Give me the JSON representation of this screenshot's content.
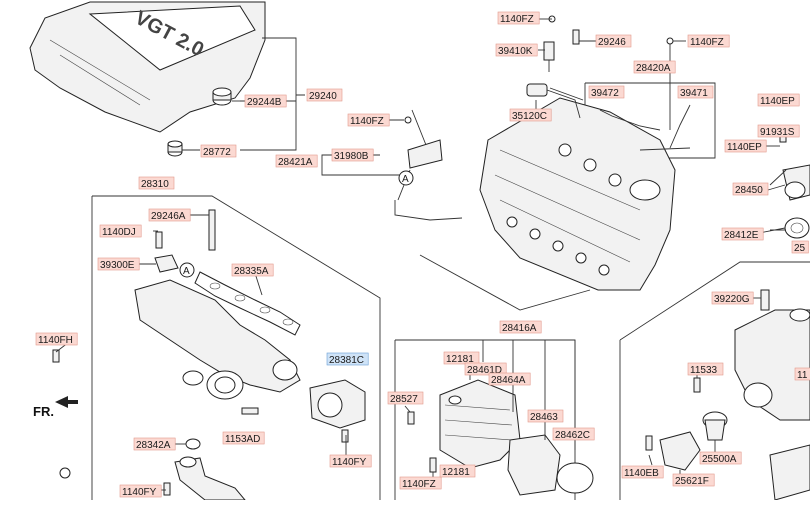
{
  "diagram": {
    "direction_label": "FR.",
    "callout_marker": "A",
    "engine_cover_text": "VGT 2.0",
    "colors": {
      "label_fill": "#fbd9d2",
      "label_border": "#e39a8c",
      "highlight_fill": "#cfe3f7",
      "highlight_border": "#6a9fd6",
      "line": "#333333"
    },
    "parts": [
      {
        "id": "1140FZ",
        "label": "1140FZ"
      },
      {
        "id": "29246",
        "label": "29246"
      },
      {
        "id": "39410K",
        "label": "39410K"
      },
      {
        "id": "1140FZ_b",
        "label": "1140FZ"
      },
      {
        "id": "28420A",
        "label": "28420A"
      },
      {
        "id": "1140EP",
        "label": "1140EP"
      },
      {
        "id": "29244B",
        "label": "29244B"
      },
      {
        "id": "29240",
        "label": "29240"
      },
      {
        "id": "39472",
        "label": "39472"
      },
      {
        "id": "39471",
        "label": "39471"
      },
      {
        "id": "91931S",
        "label": "91931S"
      },
      {
        "id": "1140FZ_c",
        "label": "1140FZ"
      },
      {
        "id": "35120C",
        "label": "35120C"
      },
      {
        "id": "1140EP_b",
        "label": "1140EP"
      },
      {
        "id": "28772",
        "label": "28772"
      },
      {
        "id": "31980B",
        "label": "31980B"
      },
      {
        "id": "28421A",
        "label": "28421A"
      },
      {
        "id": "28450",
        "label": "28450"
      },
      {
        "id": "28310",
        "label": "28310"
      },
      {
        "id": "29246A",
        "label": "29246A"
      },
      {
        "id": "1140DJ",
        "label": "1140DJ"
      },
      {
        "id": "28412E",
        "label": "28412E"
      },
      {
        "id": "25_partial",
        "label": "25"
      },
      {
        "id": "39300E",
        "label": "39300E"
      },
      {
        "id": "28335A",
        "label": "28335A"
      },
      {
        "id": "39220G",
        "label": "39220G"
      },
      {
        "id": "1140FH",
        "label": "1140FH"
      },
      {
        "id": "28416A",
        "label": "28416A"
      },
      {
        "id": "12181",
        "label": "12181"
      },
      {
        "id": "28461D",
        "label": "28461D"
      },
      {
        "id": "28381C",
        "label": "28381C",
        "highlight": true
      },
      {
        "id": "28464A",
        "label": "28464A"
      },
      {
        "id": "11533",
        "label": "11533"
      },
      {
        "id": "11_partial",
        "label": "11"
      },
      {
        "id": "28527",
        "label": "28527"
      },
      {
        "id": "28463",
        "label": "28463"
      },
      {
        "id": "1153AD",
        "label": "1153AD"
      },
      {
        "id": "28342A",
        "label": "28342A"
      },
      {
        "id": "28462C",
        "label": "28462C"
      },
      {
        "id": "25500A",
        "label": "25500A"
      },
      {
        "id": "1140EB",
        "label": "1140EB"
      },
      {
        "id": "25621F",
        "label": "25621F"
      },
      {
        "id": "1140FY",
        "label": "1140FY"
      },
      {
        "id": "1140FZ_d",
        "label": "1140FZ"
      },
      {
        "id": "12181_b",
        "label": "12181"
      },
      {
        "id": "1140FY_b",
        "label": "1140FY"
      }
    ]
  }
}
